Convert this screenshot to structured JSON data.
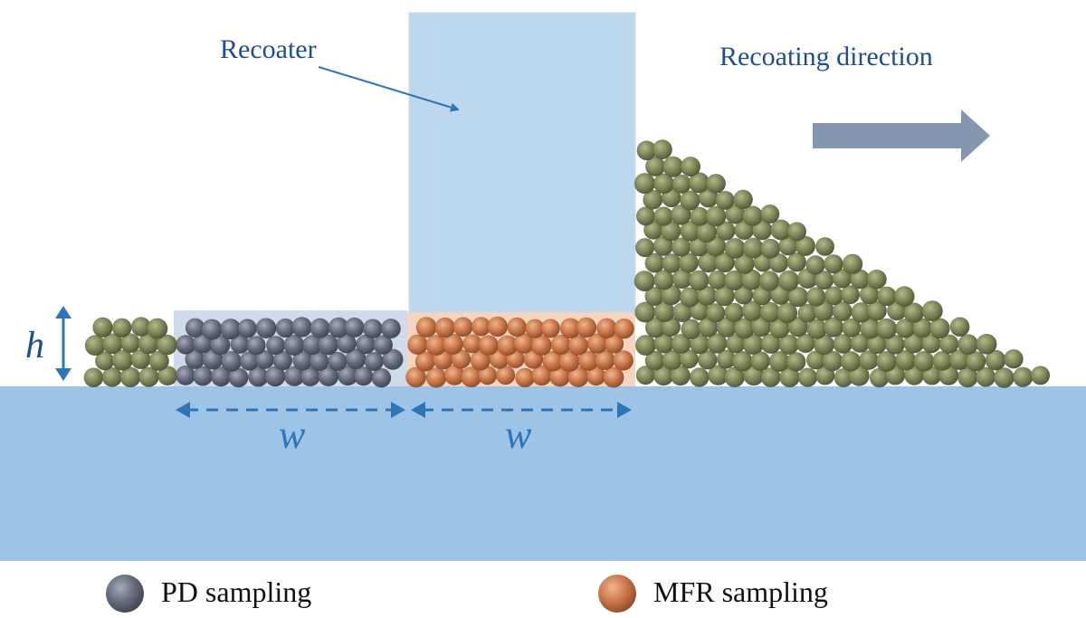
{
  "labels": {
    "recoater": "Recoater",
    "recoating_direction": "Recoating direction",
    "height_symbol": "h",
    "width_symbol_left": "w",
    "width_symbol_right": "w"
  },
  "legend": {
    "pd": "PD sampling",
    "mfr": "MFR sampling"
  },
  "colors": {
    "substrate": "#9dc3e6",
    "recoater": "#bdd7ee",
    "arrow_blue": "#2e75b6",
    "direction_arrow": "#8497b0",
    "powder_olive": "#7d8458",
    "pd_particle": "#5b6172",
    "mfr_particle": "#c87548",
    "label_text": "#1f4f86"
  }
}
